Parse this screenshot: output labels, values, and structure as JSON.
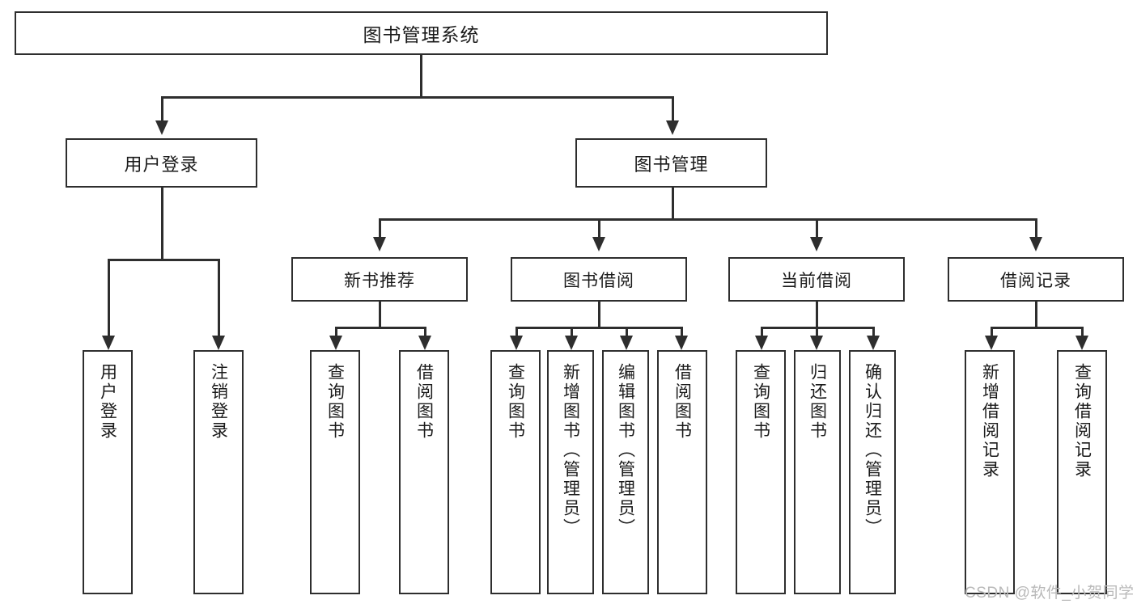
{
  "diagram": {
    "title": "图书管理系统",
    "type": "hierarchy-tree",
    "root": {
      "label": "图书管理系统"
    },
    "level1": [
      {
        "label": "用户登录"
      },
      {
        "label": "图书管理"
      }
    ],
    "level2": [
      {
        "label": "新书推荐"
      },
      {
        "label": "图书借阅"
      },
      {
        "label": "当前借阅"
      },
      {
        "label": "借阅记录"
      }
    ],
    "leaves": [
      {
        "label": "用户登录"
      },
      {
        "label": "注销登录"
      },
      {
        "label": "查询图书"
      },
      {
        "label": "借阅图书"
      },
      {
        "label": "查询图书"
      },
      {
        "label": "新增图书（管理员）"
      },
      {
        "label": "编辑图书（管理员）"
      },
      {
        "label": "借阅图书"
      },
      {
        "label": "查询图书"
      },
      {
        "label": "归还图书"
      },
      {
        "label": "确认归还（管理员）"
      },
      {
        "label": "新增借阅记录"
      },
      {
        "label": "查询借阅记录"
      }
    ]
  },
  "watermark": {
    "text": "CSDN @软件_小贺同学"
  },
  "colors": {
    "stroke": "#2e2e2e",
    "background": "#ffffff",
    "text": "#1a1a1a",
    "watermark": "#b9b9b9"
  }
}
